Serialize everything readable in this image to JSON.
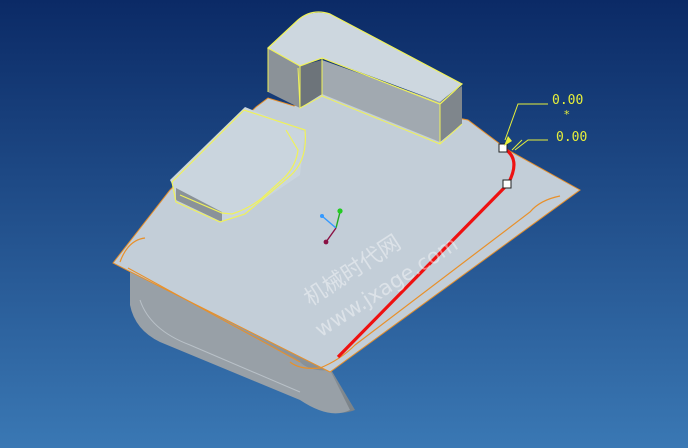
{
  "viewport": {
    "background_top": "#0b2a66",
    "background_bottom": "#3a78b4"
  },
  "colors": {
    "face_top": "#c8d3dc",
    "face_side": "#9ea6ad",
    "face_dark": "#6f767c",
    "edge_orange": "#e8902a",
    "edge_yellow": "#f0f25a",
    "selection_red": "#ee1111",
    "handle_fill": "#ffffff"
  },
  "dimensions": [
    {
      "value": "0.00"
    },
    {
      "value": "0.00"
    }
  ],
  "dimension_marker": "*",
  "watermark": {
    "line1": "机械时代网",
    "line2": "www.jxage.com"
  },
  "icons": {
    "csys": "coordinate-system-icon",
    "handle": "drag-handle-icon"
  }
}
